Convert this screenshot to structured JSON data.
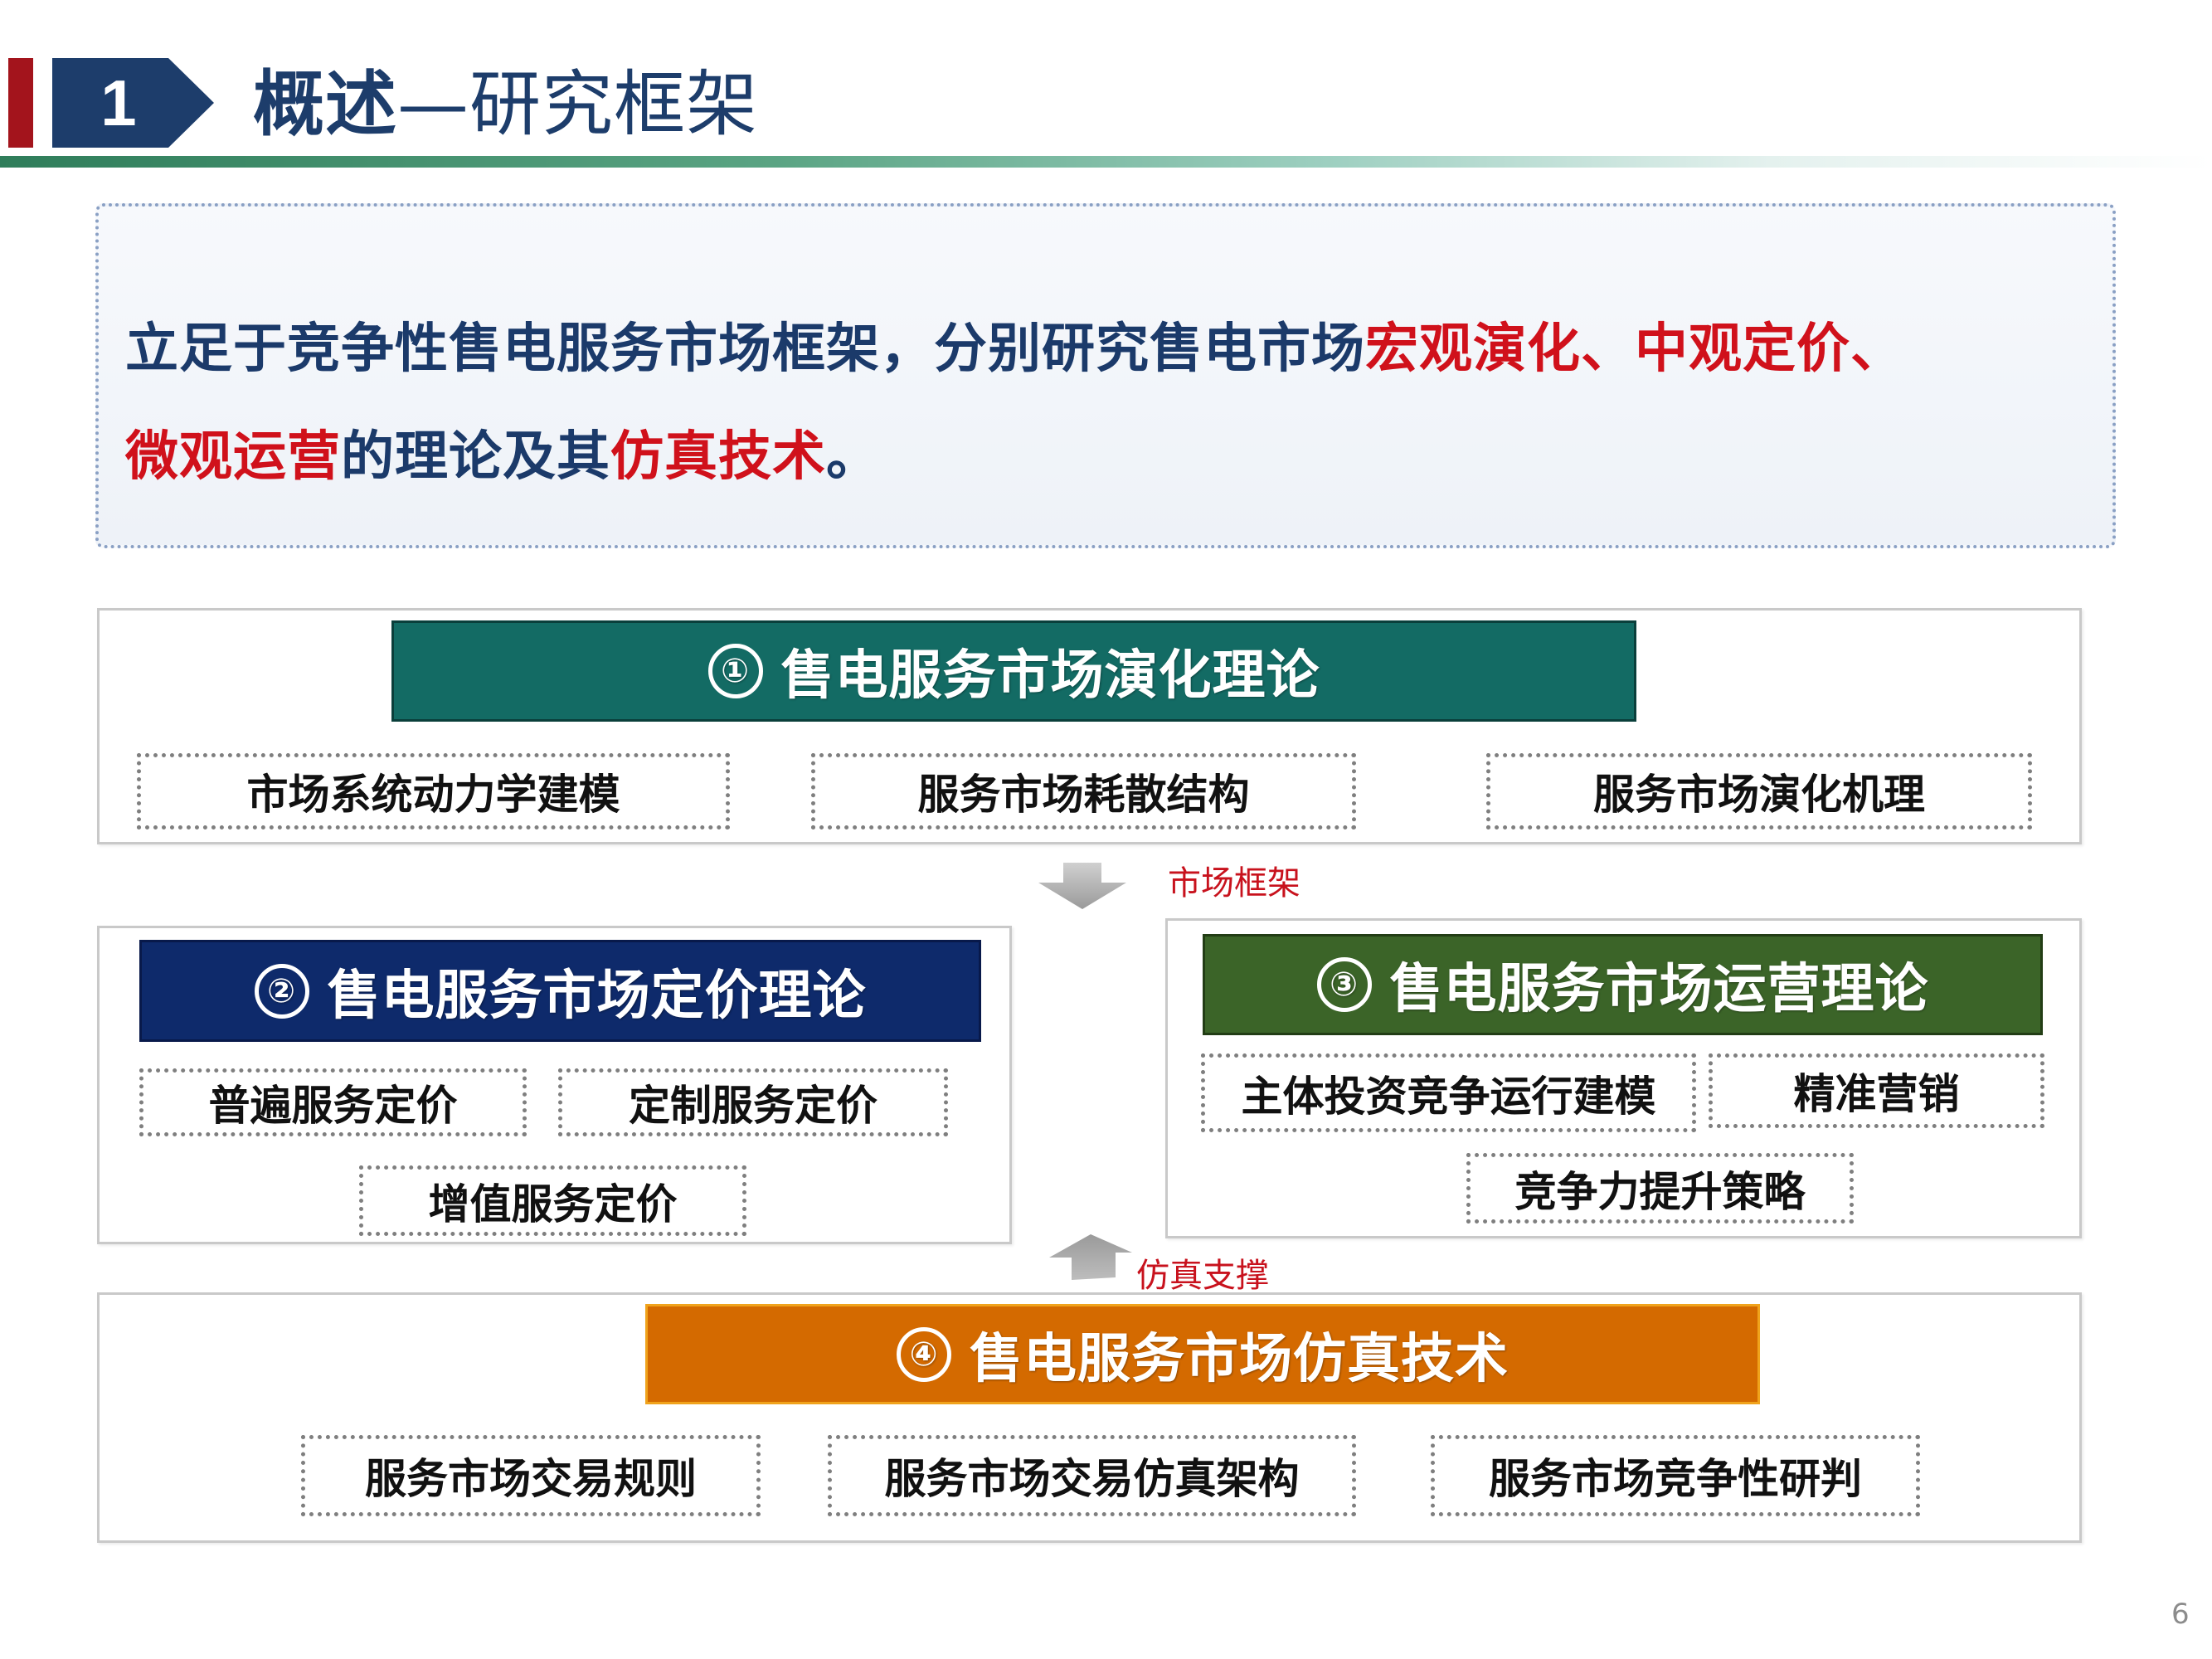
{
  "header": {
    "section_number": "1",
    "title_bold": "概述",
    "title_rest": "—研究框架",
    "colors": {
      "red_bar": "#a3141c",
      "number_badge": "#1d3d6b",
      "title": "#1d3d6b",
      "rule": "#2f7d5a"
    }
  },
  "intro": {
    "line1": [
      {
        "text": "立足于竞争性售电服务市场框架，分别研究售电市场",
        "highlight": false
      },
      {
        "text": "宏观演化、中观定价、",
        "highlight": true
      }
    ],
    "line2": [
      {
        "text": "微观运营",
        "highlight": true
      },
      {
        "text": "的理论及其",
        "highlight": false
      },
      {
        "text": "仿真技术",
        "highlight": true
      },
      {
        "text": "。",
        "highlight": false
      }
    ],
    "colors": {
      "normal": "#1b3a6a",
      "highlight": "#d0111b"
    }
  },
  "sections": [
    {
      "number": "①",
      "title": "售电服务市场演化理论",
      "color": "#136b64",
      "items": [
        "市场系统动力学建模",
        "服务市场耗散结构",
        "服务市场演化机理"
      ]
    },
    {
      "number": "②",
      "title": "售电服务市场定价理论",
      "color": "#0e2a6b",
      "items": [
        "普遍服务定价",
        "定制服务定价",
        "增值服务定价"
      ]
    },
    {
      "number": "③",
      "title": "售电服务市场运营理论",
      "color": "#3b6428",
      "items": [
        "主体投资竞争运行建模",
        "精准营销",
        "竞争力提升策略"
      ]
    },
    {
      "number": "④",
      "title": "售电服务市场仿真技术",
      "color": "#d46a00",
      "items": [
        "服务市场交易规则",
        "服务市场交易仿真架构",
        "服务市场竞争性研判"
      ]
    }
  ],
  "flows": {
    "down_label": "市场框架",
    "up_label": "仿真支撑",
    "arrow_color": "#a6a6a6"
  },
  "footer": {
    "page_number": "6"
  }
}
